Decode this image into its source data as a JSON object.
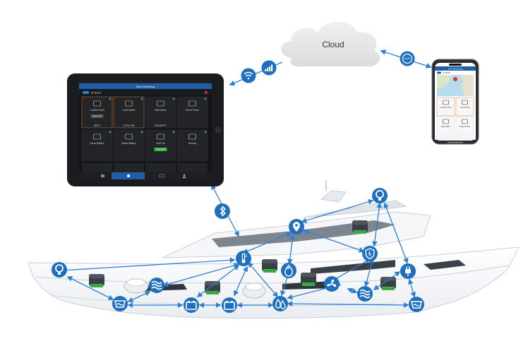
{
  "cloud": {
    "label": "Cloud"
  },
  "tablet": {
    "title": "Siren Monitoring",
    "status_badge": "On Board",
    "tiles": [
      {
        "name": "Location Point",
        "status": "Siren Off",
        "footer": "INPUT"
      },
      {
        "name": "Level Switch",
        "status": "",
        "footer": "LEVEL SW"
      },
      {
        "name": "Main Alarm",
        "status": "",
        "footer": "SECURITY"
      },
      {
        "name": "Shore Power",
        "status": "",
        "footer": ""
      },
      {
        "name": "House Battery",
        "status": "",
        "footer": ""
      },
      {
        "name": "Starter Battery",
        "status": "",
        "footer": ""
      },
      {
        "name": "Vent Fan",
        "status": "Turn Off",
        "footer": ""
      },
      {
        "name": "Security",
        "status": "",
        "footer": ""
      }
    ]
  },
  "phone": {
    "title": "Siren Monitoring",
    "status_badge": "On Board",
    "tiles": [
      {
        "name": "Location Point"
      },
      {
        "name": "Level Switch"
      },
      {
        "name": "Main Alarm"
      },
      {
        "name": "Shore Power"
      }
    ]
  },
  "colors": {
    "accent": "#1f6fbf",
    "link": "#2f7fd0",
    "cloud": "#e4e4e4",
    "device_green": "#3fb54a"
  },
  "icons": {
    "wifi": "wifi-icon",
    "cellular": "cellular-icon",
    "sync247": "sync-24-7-icon",
    "bluetooth": "bluetooth-icon",
    "light": "light-bulb-icon",
    "location": "location-pin-icon",
    "thermometer": "thermometer-icon",
    "fire": "fire-icon",
    "security": "shield-icon",
    "plug": "shore-power-plug-icon",
    "wave": "water-level-icon",
    "fan": "fan-icon",
    "battery": "battery-icon",
    "drop": "water-drop-icon",
    "bilge": "bilge-icon"
  }
}
